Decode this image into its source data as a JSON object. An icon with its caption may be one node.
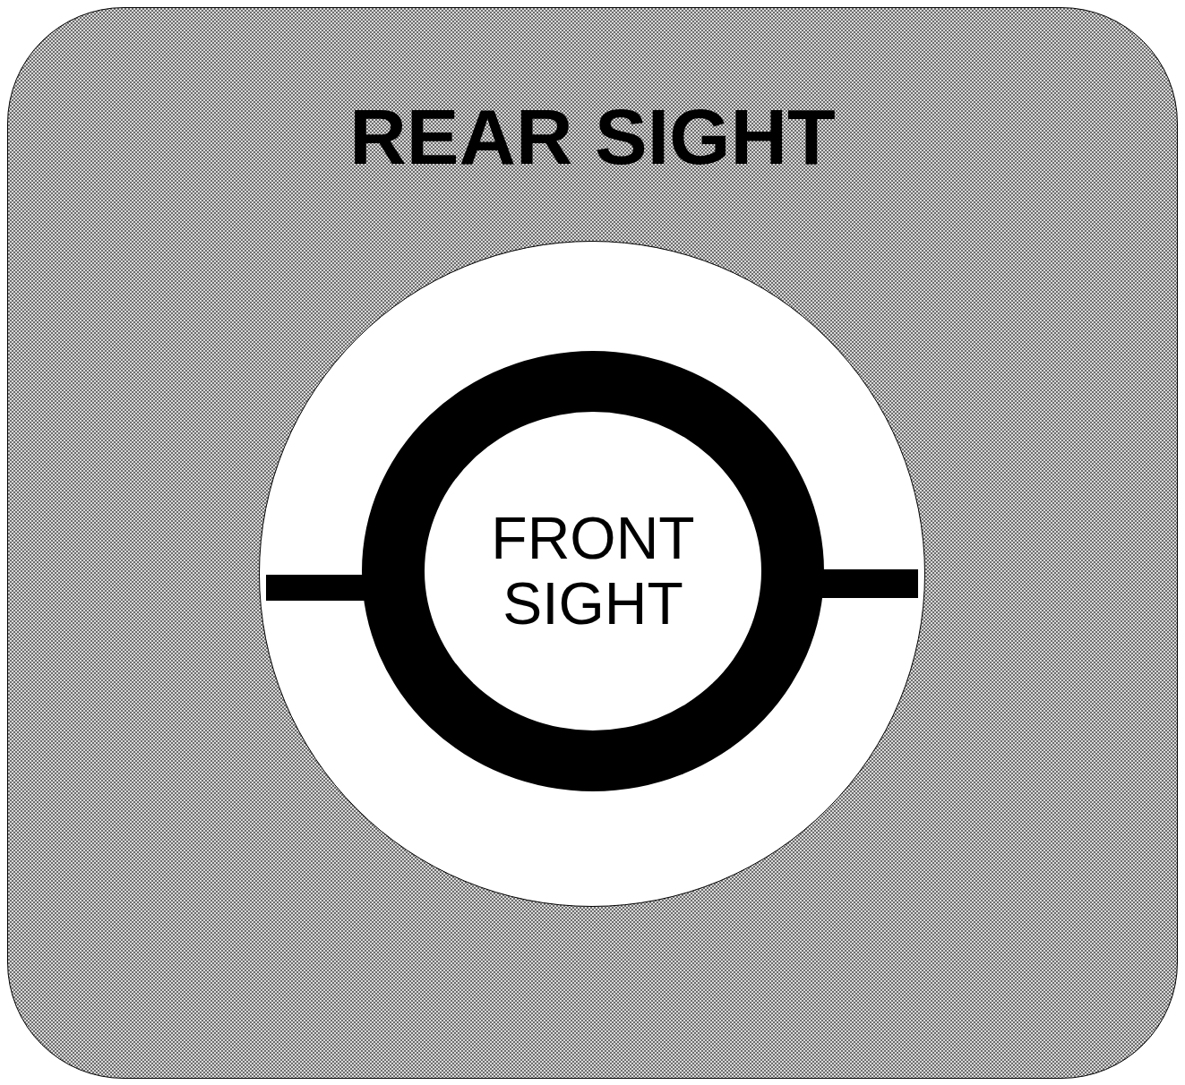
{
  "diagram": {
    "nodes": [
      {
        "text": [
          "REAR SIGHT"
        ]
      },
      {
        "text": [],
        "shape": "circle",
        "in": 0
      },
      {
        "text": [
          "FRONT SIGHT"
        ],
        "in": 1
      }
    ]
  }
}
